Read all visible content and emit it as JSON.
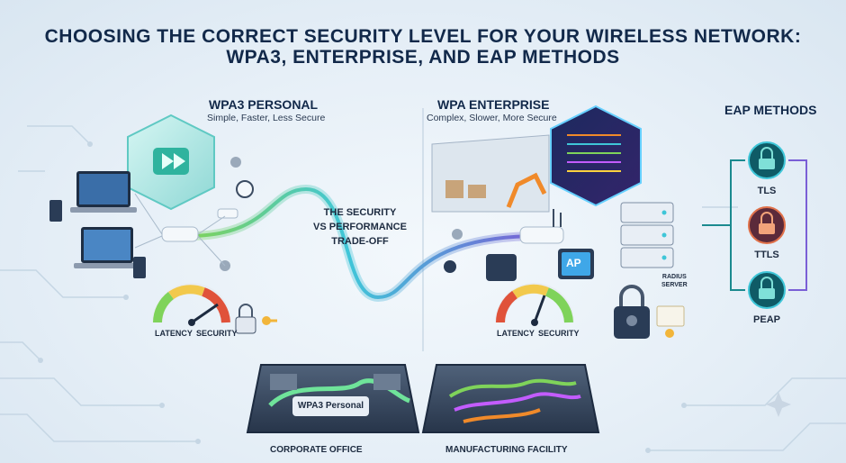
{
  "title": {
    "line1": "CHOOSING THE CORRECT SECURITY LEVEL FOR YOUR WIRELESS NETWORK:",
    "line2": "WPA3, ENTERPRISE, AND EAP METHODS"
  },
  "personal": {
    "heading": "WPA3 PERSONAL",
    "subtitle": "Simple, Faster, Less Secure"
  },
  "enterprise": {
    "heading": "WPA ENTERPRISE",
    "subtitle": "Complex, Slower, More Secure"
  },
  "center": {
    "line1": "THE SECURITY",
    "line2": "VS PERFORMANCE",
    "line3": "TRADE-OFF"
  },
  "gauge_left": {
    "latency": "LATENCY",
    "security": "SECURITY"
  },
  "gauge_right": {
    "latency": "LATENCY",
    "security": "SECURITY"
  },
  "radius": {
    "line1": "RADIUS",
    "line2": "SERVER"
  },
  "ap_label": "AP",
  "eap": {
    "heading": "EAP METHODS",
    "methods": [
      "TLS",
      "TTLS",
      "PEAP"
    ]
  },
  "office": {
    "panel_label": "WPA3 Personal",
    "caption": "CORPORATE OFFICE"
  },
  "factory": {
    "caption": "MANUFACTURING FACILITY"
  },
  "colors": {
    "navy": "#12294a",
    "teal": "#1b8a8f",
    "cyan": "#3fc6d8",
    "green": "#7fd35a",
    "purple": "#7a5fd6",
    "orange": "#f08a2a"
  }
}
